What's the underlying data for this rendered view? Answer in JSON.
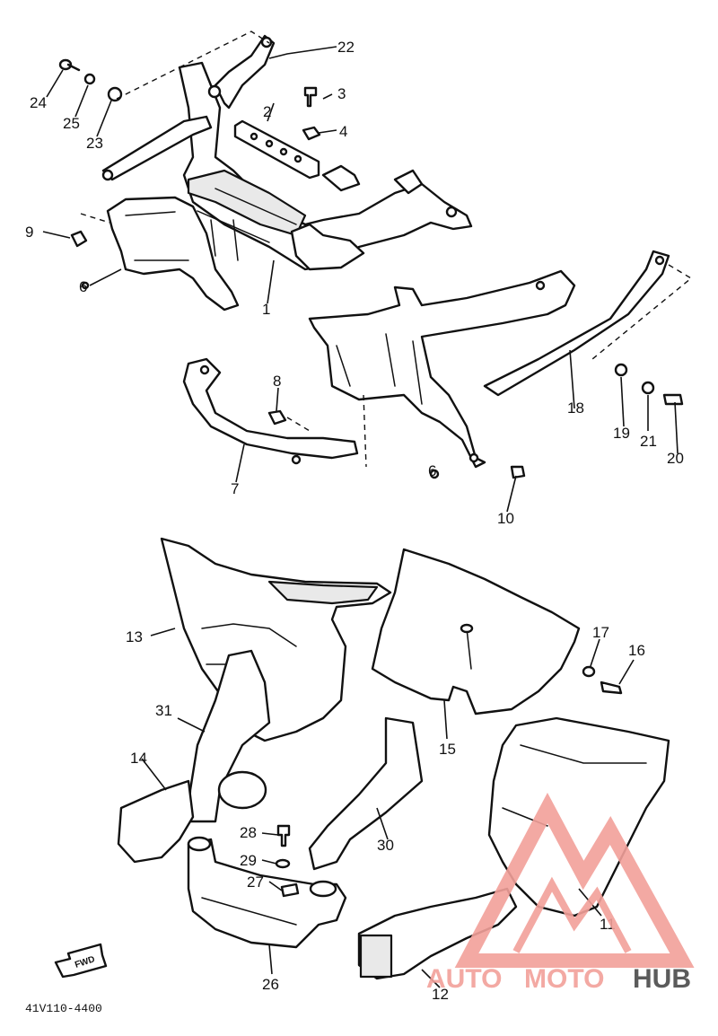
{
  "labels": {
    "p1": "1",
    "p2": "2",
    "p3": "3",
    "p4": "4",
    "p6": "6",
    "p7": "7",
    "p8": "8",
    "p9": "9",
    "p10": "10",
    "p11": "11",
    "p12": "12",
    "p13": "13",
    "p14": "14",
    "p15": "15",
    "p16": "16",
    "p17": "17",
    "p18": "18",
    "p19": "19",
    "p20": "20",
    "p21": "21",
    "p22": "22",
    "p23": "23",
    "p24": "24",
    "p25": "25",
    "p26": "26",
    "p27": "27",
    "p28": "28",
    "p29": "29",
    "p30": "30",
    "p31": "31"
  },
  "footer": {
    "diagram_code": "41V110-4400"
  },
  "fwd_arrow": {
    "label": "FWD"
  },
  "watermark": {
    "word_auto": "AUTO",
    "word_moto": "MOTO",
    "word_hub": "HUB",
    "color_accent": "#f2a09a",
    "color_dark": "#4a4a4a"
  }
}
